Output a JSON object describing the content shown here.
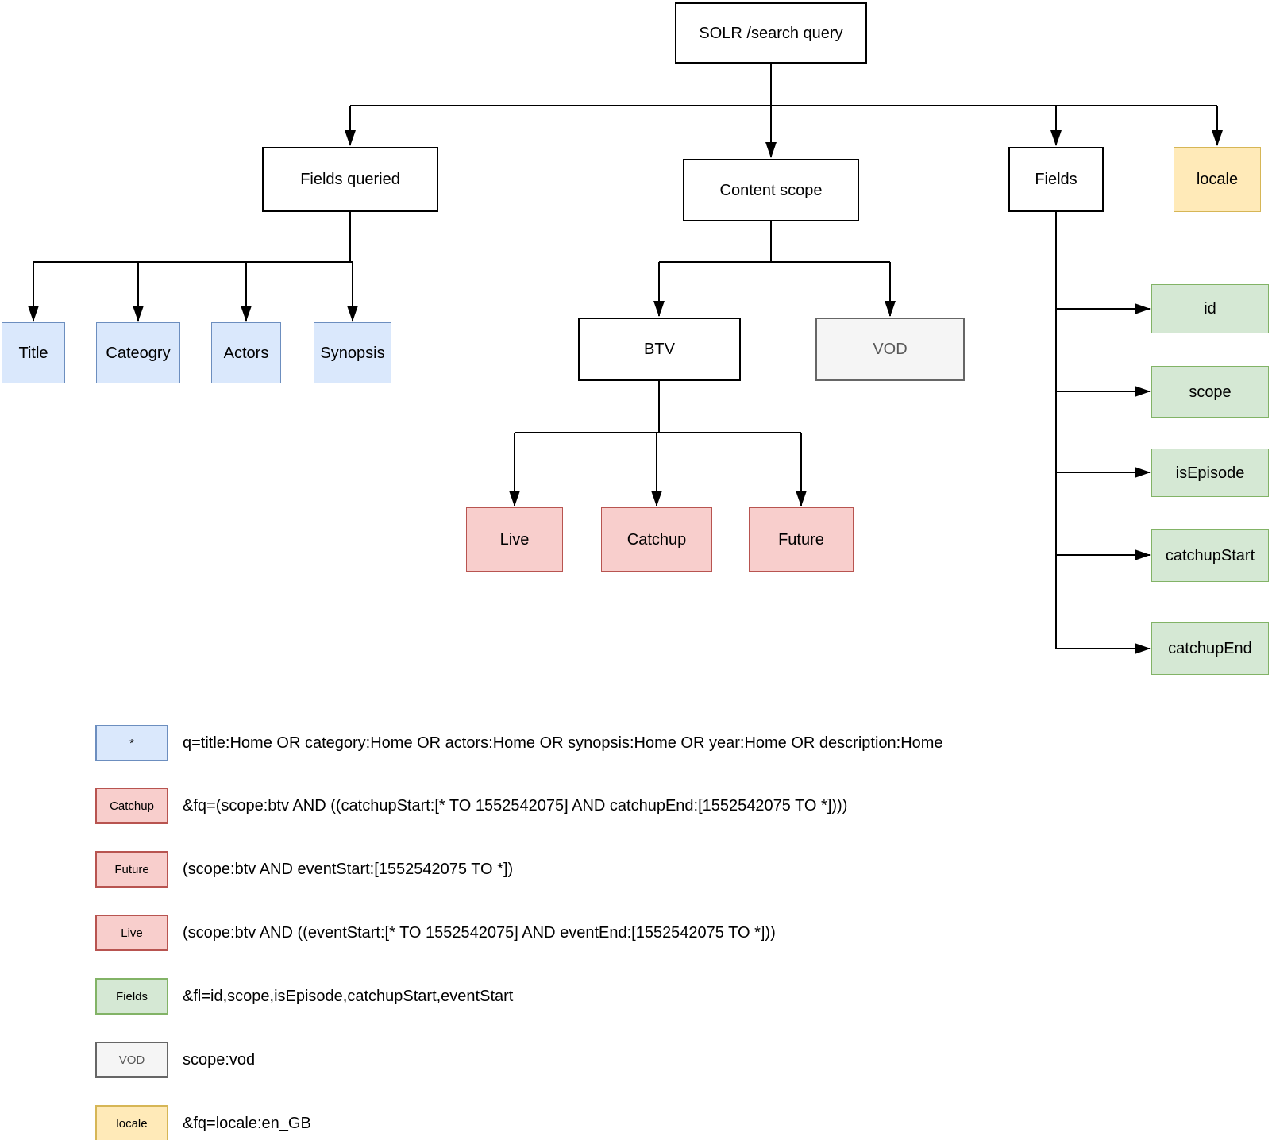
{
  "diagram": {
    "root": "SOLR /search query",
    "branches": {
      "fields_queried": "Fields queried",
      "content_scope": "Content scope",
      "fields": "Fields",
      "locale": "locale"
    },
    "queried_fields": [
      "Title",
      "Cateogry",
      "Actors",
      "Synopsis"
    ],
    "scopes": [
      "BTV",
      "VOD"
    ],
    "btv_types": [
      "Live",
      "Catchup",
      "Future"
    ],
    "field_list": [
      "id",
      "scope",
      "isEpisode",
      "catchupStart",
      "catchupEnd"
    ]
  },
  "legend": {
    "rows": [
      {
        "swatch": "*",
        "color": "blue",
        "text": "q=title:Home OR category:Home OR actors:Home OR synopsis:Home OR year:Home OR description:Home"
      },
      {
        "swatch": "Catchup",
        "color": "red",
        "text": "&fq=(scope:btv AND ((catchupStart:[* TO 1552542075] AND catchupEnd:[1552542075 TO *])))"
      },
      {
        "swatch": "Future",
        "color": "red",
        "text": "(scope:btv AND eventStart:[1552542075 TO *])"
      },
      {
        "swatch": "Live",
        "color": "red",
        "text": "(scope:btv AND ((eventStart:[* TO 1552542075] AND eventEnd:[1552542075 TO *]))"
      },
      {
        "swatch": "Fields",
        "color": "green",
        "text": "&fl=id,scope,isEpisode,catchupStart,eventStart"
      },
      {
        "swatch": "VOD",
        "color": "gray",
        "text": "scope:vod"
      },
      {
        "swatch": "locale",
        "color": "yellow",
        "text": "&fq=locale:en_GB"
      }
    ]
  },
  "colors": {
    "blue_fill": "#dae8fc",
    "blue_border": "#6c8ebf",
    "red_fill": "#f8cecc",
    "red_border": "#b85450",
    "green_fill": "#d5e8d4",
    "green_border": "#82b366",
    "yellow_fill": "#ffeab8",
    "yellow_border": "#d6b656",
    "gray_fill": "#f5f5f5",
    "gray_border": "#666666",
    "line": "#000000"
  }
}
